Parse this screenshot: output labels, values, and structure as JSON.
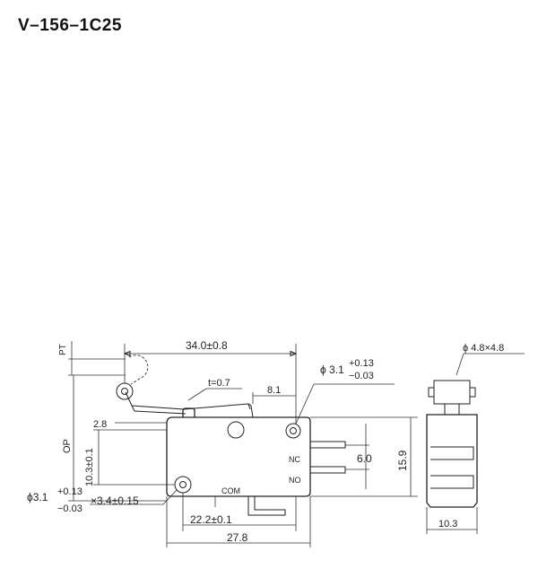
{
  "title": "V–156–1C25",
  "labels": {
    "pt": "PT",
    "op": "OP",
    "overall_length": "34.0±0.8",
    "thickness": "t=0.7",
    "dim_8_1": "8.1",
    "dim_2_8": "2.8",
    "dim_10_3_0_1": "10.3±0.1",
    "hole_top_dia": "ϕ 3.1",
    "hole_top_tol_plus": "+0.13",
    "hole_top_tol_minus": "−0.03",
    "nc": "NC",
    "no": "NO",
    "com": "COM",
    "dim_6_0": "6.0",
    "dim_15_9": "15.9",
    "hole_bottom_dia": "ϕ3.1",
    "hole_bottom_tol_plus": "+0.13",
    "hole_bottom_tol_minus": "−0.03",
    "hole_bottom_slot": "×3.4±0.15",
    "dim_22_2": "22.2±0.1",
    "dim_27_8": "27.8",
    "roller_size": "ϕ 4.8×4.8",
    "side_width": "10.3"
  }
}
